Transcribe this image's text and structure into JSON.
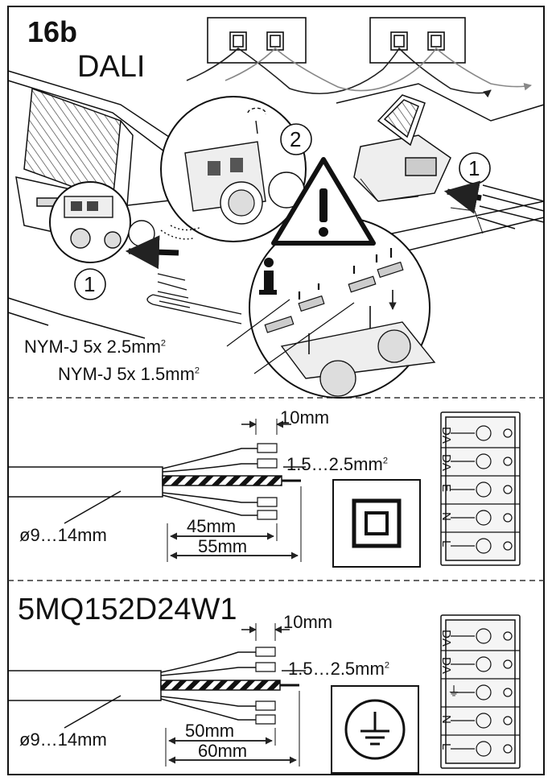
{
  "header": {
    "step_number": "16b",
    "protocol": "DALI"
  },
  "installation": {
    "callouts": [
      "1",
      "2",
      "1"
    ],
    "cables": [
      {
        "spec": "NYM-J 5x 2.5mm",
        "sup": "2"
      },
      {
        "spec": "NYM-J 5x 1.5mm",
        "sup": "2"
      }
    ],
    "warning_symbol": "warning-triangle-icon",
    "info_symbol": "info-icon"
  },
  "section_double_insulated": {
    "model": "",
    "strip_length": "10mm",
    "cross_section": "1.5…2.5mm",
    "cross_section_sup": "2",
    "diameter": "ø9…14mm",
    "inner_length": "45mm",
    "outer_length": "55mm",
    "symbol": "protection-class-2-icon",
    "terminal_labels": [
      "DA",
      "DA",
      "E",
      "N",
      "L"
    ]
  },
  "section_earthed": {
    "model": "5MQ152D24W1",
    "strip_length": "10mm",
    "cross_section": "1.5…2.5mm",
    "cross_section_sup": "2",
    "diameter": "ø9…14mm",
    "inner_length": "50mm",
    "outer_length": "60mm",
    "symbol": "protective-earth-icon",
    "terminal_labels": [
      "DA",
      "DA",
      "⏚",
      "N",
      "L"
    ]
  }
}
